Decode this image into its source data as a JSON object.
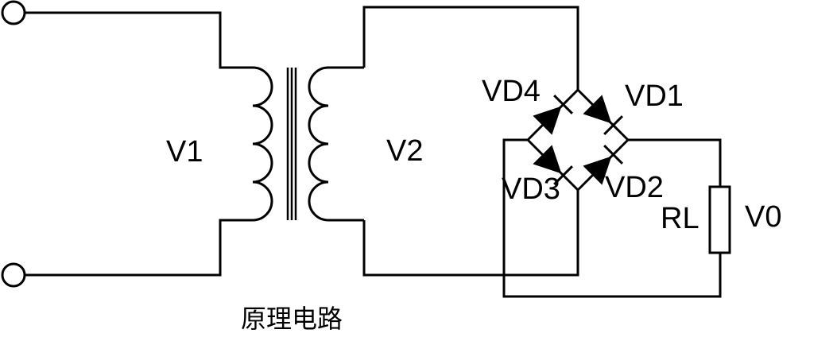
{
  "diagram": {
    "caption": "原理电路",
    "labels": {
      "v1": "V1",
      "v2": "V2",
      "vd1": "VD1",
      "vd2": "VD2",
      "vd3": "VD3",
      "vd4": "VD4",
      "rl": "RL",
      "v0": "V0"
    },
    "components": {
      "transformer_primary": "V1",
      "transformer_secondary": "V2",
      "bridge_diodes": [
        "VD1",
        "VD2",
        "VD3",
        "VD4"
      ],
      "load_resistor": "RL",
      "output_voltage": "V0"
    },
    "colors": {
      "line": "#000000",
      "background": "#ffffff"
    }
  }
}
